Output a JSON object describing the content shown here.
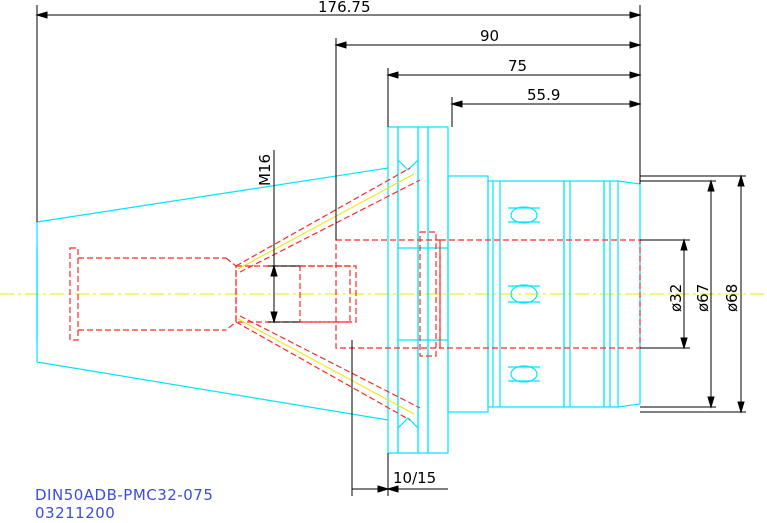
{
  "drawing": {
    "dimensions": {
      "overall_length": "176.75",
      "length_90": "90",
      "length_75": "75",
      "length_55_9": "55.9",
      "thread": "M16",
      "groove": "10/15",
      "dia_32": "ø32",
      "dia_67": "ø67",
      "dia_68": "ø68"
    },
    "part_number": "DIN50ADB-PMC32-075",
    "order_code": "03211200"
  },
  "colors": {
    "outline": "#00e5ff",
    "hidden": "#ff2a2a",
    "centerline": "#e8e800",
    "dimension": "#000000",
    "caption": "#3a4de0"
  }
}
